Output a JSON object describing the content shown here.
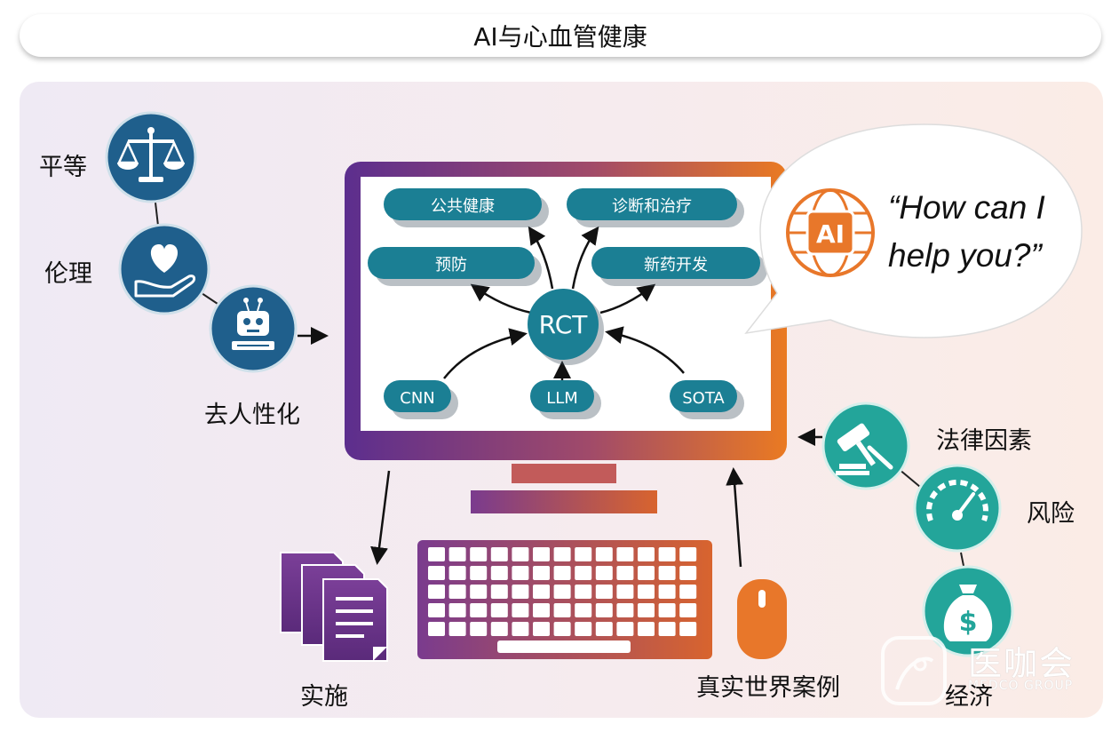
{
  "title": "AI与心血管健康",
  "left_factors": [
    {
      "label": "平等",
      "icon": "scale-icon"
    },
    {
      "label": "伦理",
      "icon": "heart-hand-icon"
    },
    {
      "label": "去人性化",
      "icon": "robot-icon"
    }
  ],
  "right_factors": [
    {
      "label": "法律因素",
      "icon": "gavel-icon"
    },
    {
      "label": "风险",
      "icon": "gauge-icon"
    },
    {
      "label": "经济",
      "icon": "money-bag-icon"
    }
  ],
  "screen": {
    "top_pills": [
      "公共健康",
      "诊断和治疗"
    ],
    "mid_pills": [
      "预防",
      "新药开发"
    ],
    "center": "RCT",
    "bottom_pills": [
      "CNN",
      "LLM",
      "SOTA"
    ]
  },
  "speech": {
    "badge": "AI",
    "quote_line1": "“How can I",
    "quote_line2": "help you?”"
  },
  "bottom_labels": {
    "documents": "实施",
    "mouse": "真实世界案例"
  },
  "watermark": {
    "main": "医咖会",
    "sub": "MEDCO GROUP"
  },
  "colors": {
    "teal": "#1b7f94",
    "navy": "#1f4f80",
    "green": "#23a59a",
    "purple": "#6a3a8f",
    "orange": "#e8772a"
  }
}
